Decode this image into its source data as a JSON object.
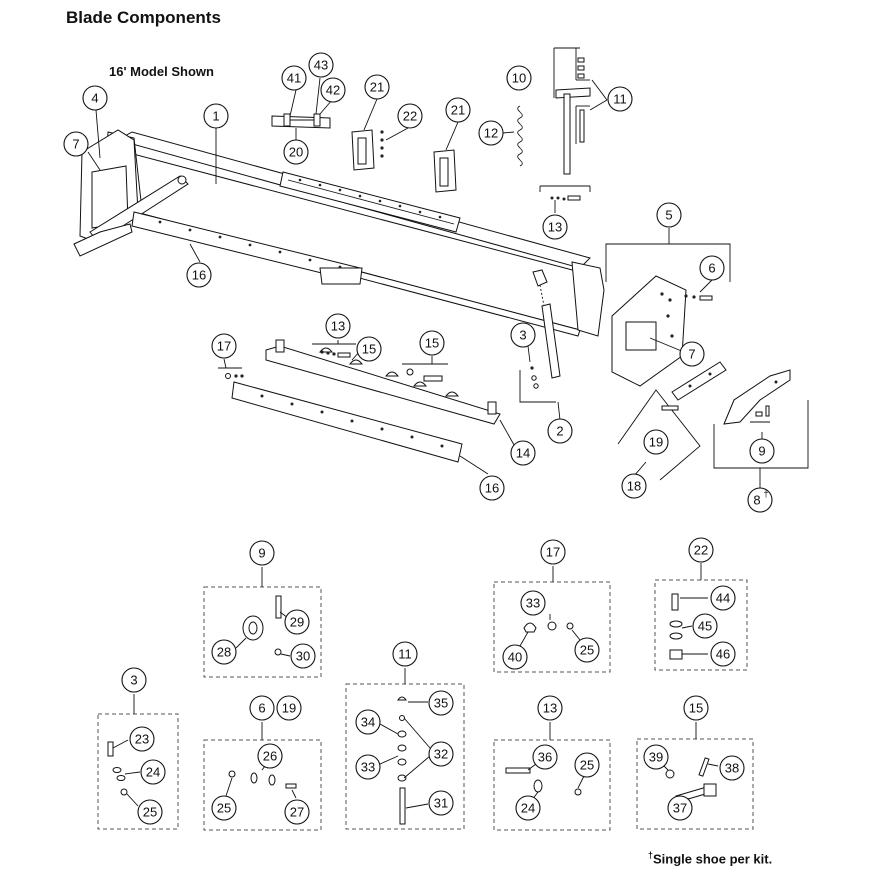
{
  "title": "Blade Components",
  "subtitle": "16' Model Shown",
  "footnote": {
    "marker": "†",
    "text": "Single shoe per kit."
  },
  "callouts": {
    "c1": "1",
    "c2": "2",
    "c3": "3",
    "c4": "4",
    "c5": "5",
    "c6": "6",
    "c7a": "7",
    "c7b": "7",
    "c8": "8",
    "c8mark": "†",
    "c9": "9",
    "c10": "10",
    "c11": "11",
    "c12": "12",
    "c13": "13",
    "c14": "14",
    "c15a": "15",
    "c15b": "15",
    "c16a": "16",
    "c16b": "16",
    "c17": "17",
    "c18": "18",
    "c19": "19",
    "c20": "20",
    "c21a": "21",
    "c21b": "21",
    "c22": "22",
    "c41": "41",
    "c42": "42",
    "c43": "43",
    "d9": "9",
    "d28": "28",
    "d29": "29",
    "d30": "30",
    "d17": "17",
    "d33a": "33",
    "d40": "40",
    "d25a": "25",
    "d22": "22",
    "d44": "44",
    "d45": "45",
    "d46": "46",
    "d3": "3",
    "d23": "23",
    "d24a": "24",
    "d25b": "25",
    "d6": "6",
    "d19": "19",
    "d26": "26",
    "d25c": "25",
    "d27": "27",
    "d11": "11",
    "d35": "35",
    "d34": "34",
    "d32": "32",
    "d33b": "33",
    "d31": "31",
    "d13": "13",
    "d36": "36",
    "d25d": "25",
    "d24b": "24",
    "d15": "15",
    "d39": "39",
    "d38": "38",
    "d37": "37"
  }
}
